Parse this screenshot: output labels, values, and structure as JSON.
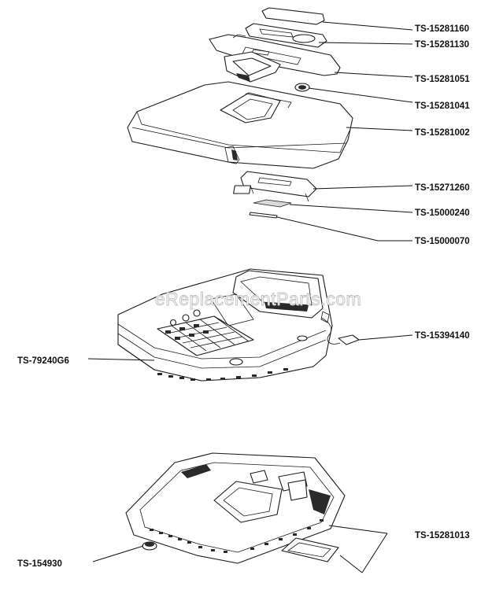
{
  "watermark": "eReplacementParts.com",
  "parts": [
    {
      "id": "p1",
      "label": "TS-15281160"
    },
    {
      "id": "p2",
      "label": "TS-15281130"
    },
    {
      "id": "p3",
      "label": "TS-15281051"
    },
    {
      "id": "p4",
      "label": "TS-15281041"
    },
    {
      "id": "p5",
      "label": "TS-15281002"
    },
    {
      "id": "p6",
      "label": "TS-15271260"
    },
    {
      "id": "p7",
      "label": "TS-15000240"
    },
    {
      "id": "p8",
      "label": "TS-15000070"
    },
    {
      "id": "p9",
      "label": "TS-15394140"
    },
    {
      "id": "p10",
      "label": "TS-79240G6"
    },
    {
      "id": "p11",
      "label": "TS-15281013"
    },
    {
      "id": "p12",
      "label": "TS-154930"
    }
  ]
}
